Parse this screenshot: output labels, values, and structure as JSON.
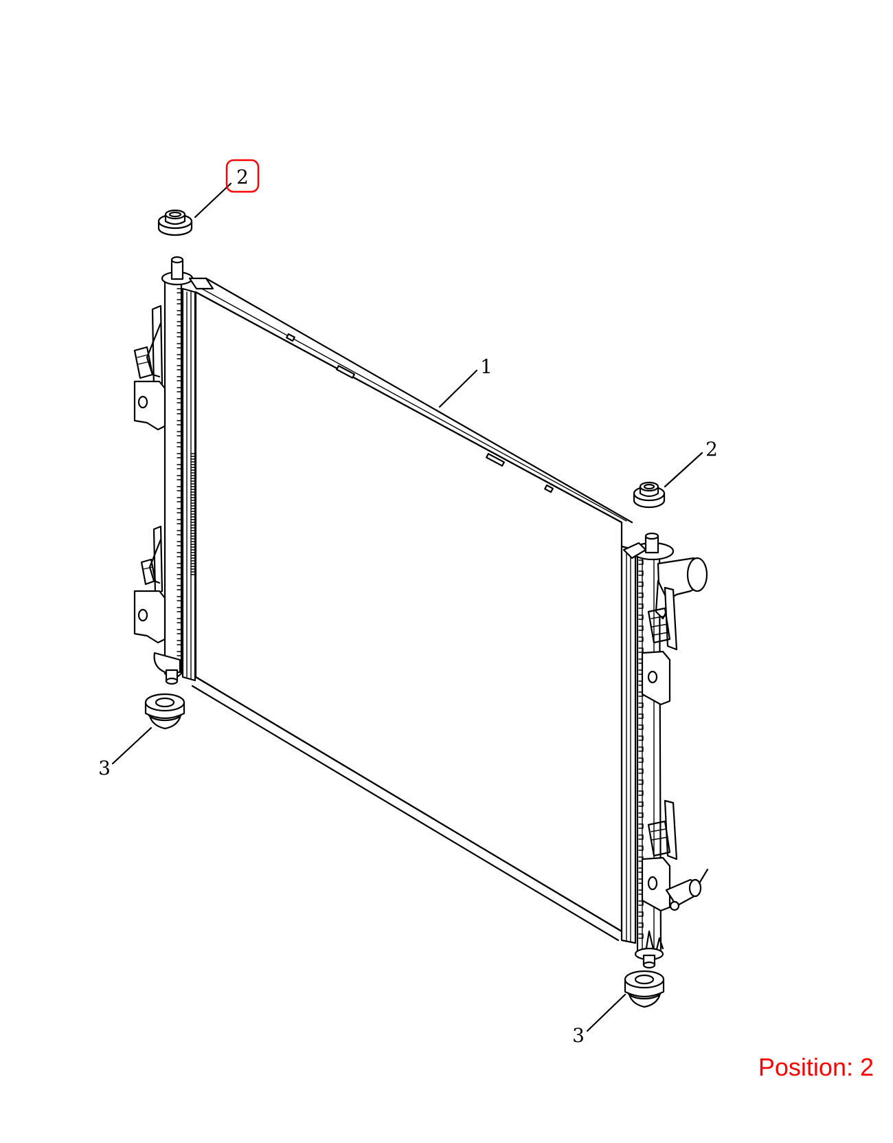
{
  "callouts": [
    {
      "id": "1",
      "label": "1"
    },
    {
      "id": "2a",
      "label": "2"
    },
    {
      "id": "2b",
      "label": "2"
    },
    {
      "id": "3a",
      "label": "3"
    },
    {
      "id": "3b",
      "label": "3"
    }
  ],
  "highlight": {
    "callout": "2a",
    "color": "#ff0000"
  },
  "position_prefix": "Position: ",
  "position_value": "2",
  "position_label": "Position: 2",
  "colors": {
    "line": "#000000",
    "accent": "#ff0000",
    "background": "#ffffff"
  }
}
